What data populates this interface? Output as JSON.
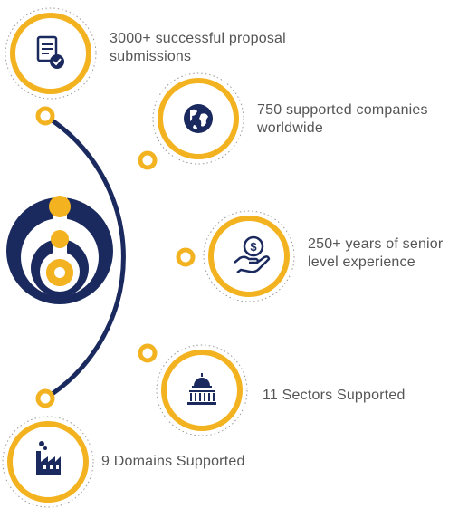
{
  "colors": {
    "navy": "#1b2a5e",
    "gold": "#f3b321",
    "text": "#555555",
    "dots": "#9a9a9a"
  },
  "stats": [
    {
      "text": "3000+ successful proposal submissions",
      "icon": "document-check-icon"
    },
    {
      "text": "750 supported companies worldwide",
      "icon": "globe-icon"
    },
    {
      "text": "250+ years of senior level experience",
      "icon": "hand-dollar-icon"
    },
    {
      "text": "11 Sectors Supported",
      "icon": "capitol-building-icon"
    },
    {
      "text": "9 Domains Supported",
      "icon": "factory-icon"
    }
  ],
  "logo": {
    "icon": "company-logo-icon"
  }
}
